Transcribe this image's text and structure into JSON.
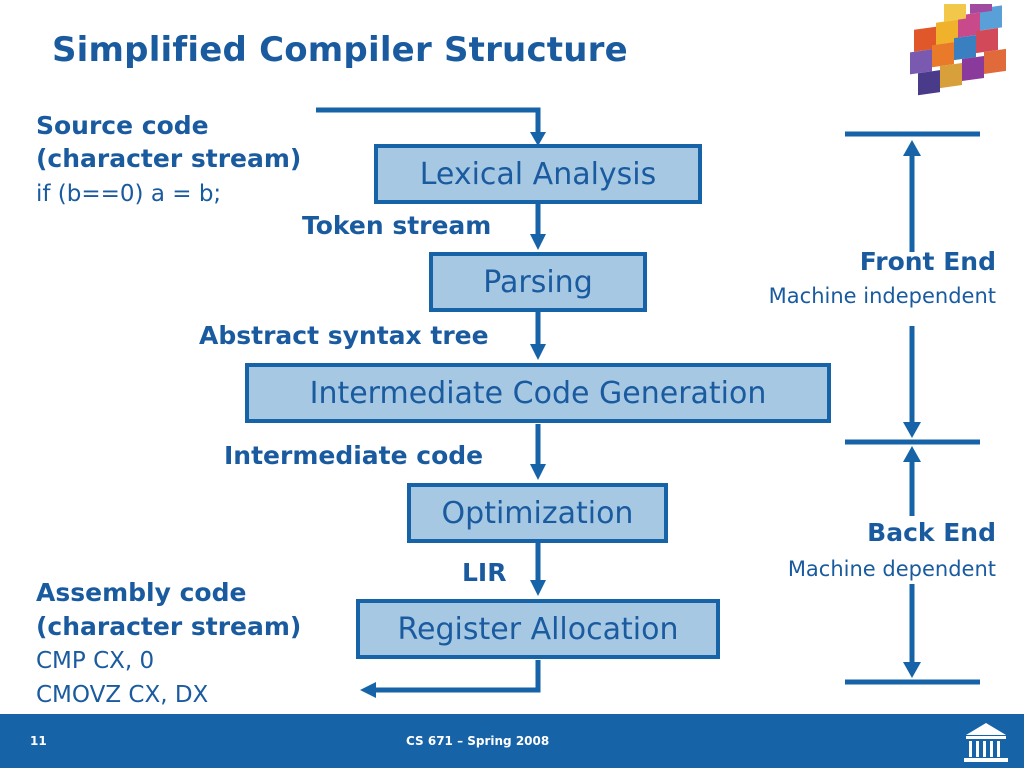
{
  "slide": {
    "title": "Simplified Compiler Structure",
    "footer_number": "11",
    "footer_course": "CS 671 – Spring 2008",
    "logo_icon": "colorful-cubes-icon",
    "footer_icon": "rotunda-icon"
  },
  "colors": {
    "primary": "#1663a8",
    "box_fill": "#a6c8e3",
    "text": "#1a5ba0"
  },
  "source": {
    "line1": "Source code",
    "line2": "(character stream)",
    "code": "if (b==0) a = b;"
  },
  "stages": [
    {
      "label": "Lexical Analysis"
    },
    {
      "label": "Parsing"
    },
    {
      "label": "Intermediate Code Generation"
    },
    {
      "label": "Optimization"
    },
    {
      "label": "Register Allocation"
    }
  ],
  "edges": [
    {
      "label": "Token stream"
    },
    {
      "label": "Abstract syntax tree"
    },
    {
      "label": "Intermediate code"
    },
    {
      "label": "LIR"
    }
  ],
  "output": {
    "line1": "Assembly code",
    "line2": "(character stream)",
    "code1": "CMP CX, 0",
    "code2": "CMOVZ CX, DX"
  },
  "front_end": {
    "title": "Front End",
    "subtitle": "Machine independent"
  },
  "back_end": {
    "title": "Back End",
    "subtitle": "Machine dependent"
  }
}
